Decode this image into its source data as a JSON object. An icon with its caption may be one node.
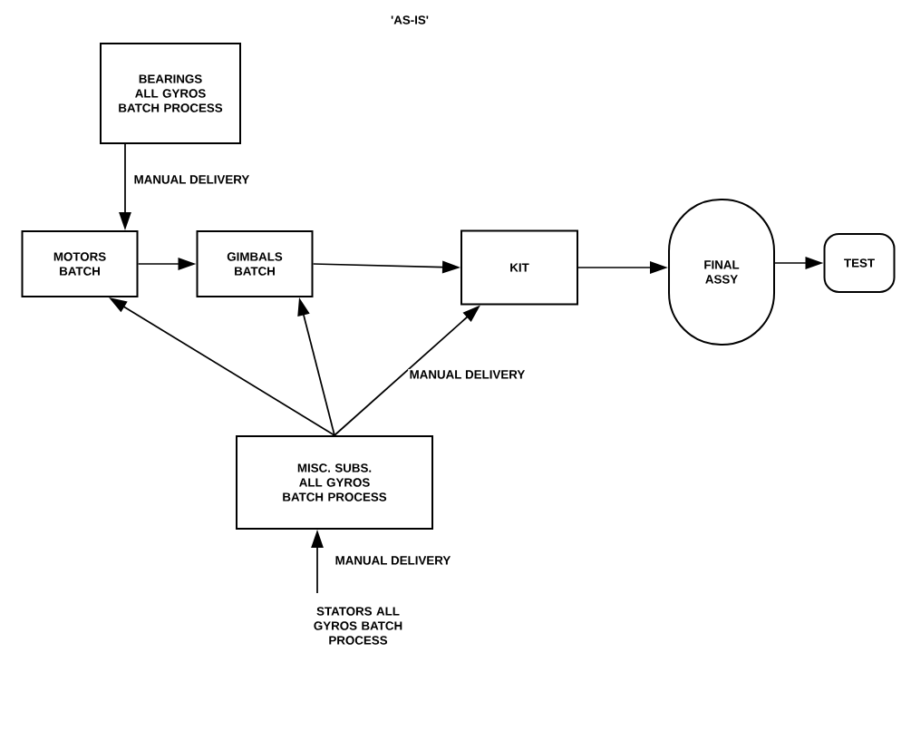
{
  "diagram": {
    "title": "'AS-IS'",
    "nodes": [
      {
        "text": [
          "BEARINGS ALL GYROS BATCH PROCESS"
        ]
      },
      {
        "text": [
          "MOTORS BATCH"
        ]
      },
      {
        "text": [
          "GIMBALS BATCH"
        ]
      },
      {
        "text": [
          "KIT"
        ]
      },
      {
        "text": [
          "FINAL ASSY"
        ]
      },
      {
        "text": [
          "TEST"
        ]
      },
      {
        "text": [
          "MISC. SUBS. ALL GYROS BATCH PROCESS"
        ]
      },
      {
        "text": [
          "STATORS ALL GYROS BATCH PROCESS"
        ]
      }
    ],
    "edges": [
      {
        "from": 0,
        "to": 1,
        "arrow": "to",
        "label": "MANUAL DELIVERY"
      },
      {
        "from": 1,
        "to": 2,
        "arrow": "to"
      },
      {
        "from": 2,
        "to": 3,
        "arrow": "to"
      },
      {
        "from": 3,
        "to": 4,
        "arrow": "to"
      },
      {
        "from": 4,
        "to": 5,
        "arrow": "to"
      },
      {
        "from": 6,
        "to": 1,
        "arrow": "to"
      },
      {
        "from": 6,
        "to": 2,
        "arrow": "to"
      },
      {
        "from": 6,
        "to": 3,
        "arrow": "to",
        "label": "MANUAL DELIVERY"
      },
      {
        "from": 7,
        "to": 6,
        "arrow": "to",
        "label": "MANUAL DELIVERY"
      }
    ]
  }
}
